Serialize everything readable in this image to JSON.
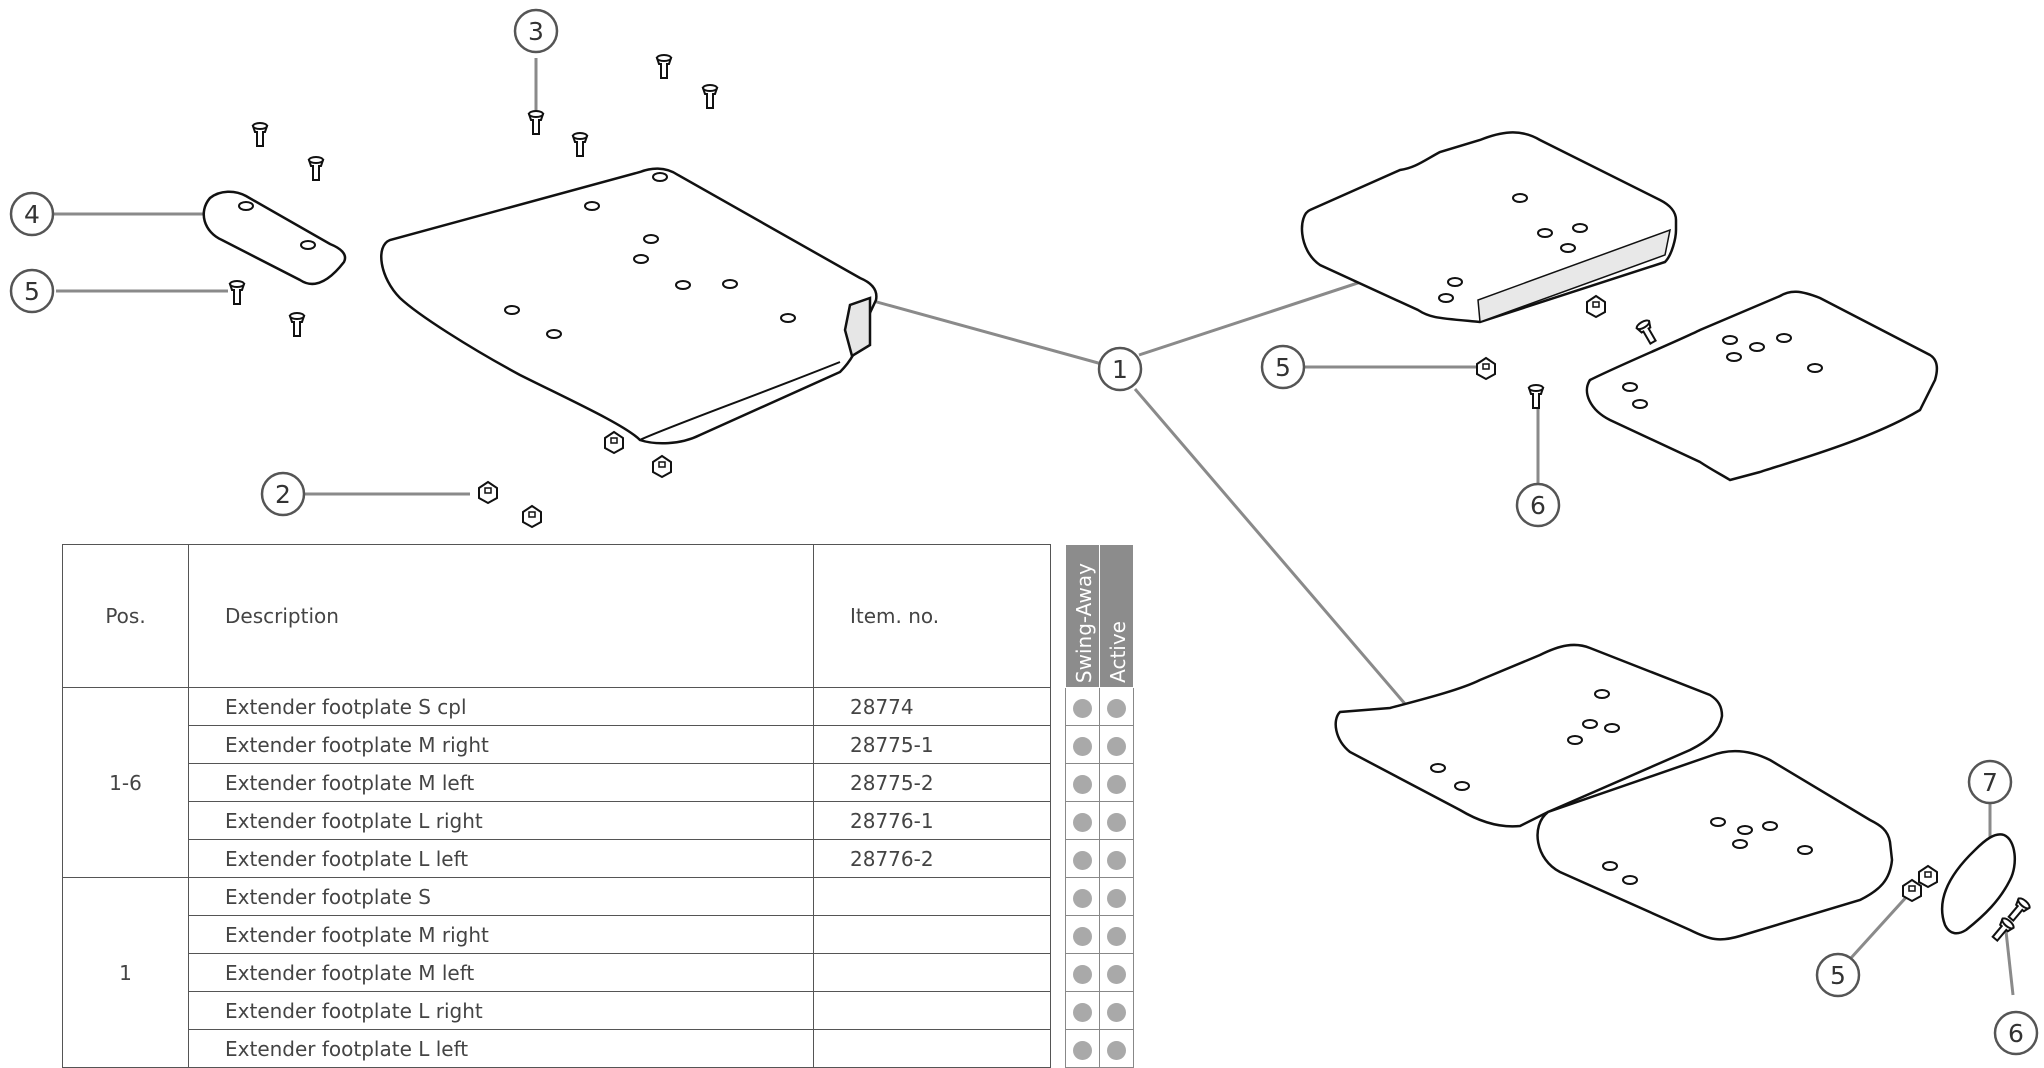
{
  "callouts": {
    "c1": "1",
    "c2": "2",
    "c3": "3",
    "c4": "4",
    "c5a": "5",
    "c5b": "5",
    "c5c": "5",
    "c6a": "6",
    "c6b": "6",
    "c7": "7"
  },
  "table": {
    "headers": {
      "pos": "Pos.",
      "description": "Description",
      "item_no": "Item. no.",
      "col_swing": "Swing-Away",
      "col_active": "Active"
    },
    "groups": [
      {
        "pos": "1-6",
        "rows": [
          {
            "description": "Extender footplate S cpl",
            "item_no": "28774",
            "swing": true,
            "active": true
          },
          {
            "description": "Extender footplate M right",
            "item_no": "28775-1",
            "swing": true,
            "active": true
          },
          {
            "description": "Extender footplate M left",
            "item_no": "28775-2",
            "swing": true,
            "active": true
          },
          {
            "description": "Extender footplate L right",
            "item_no": "28776-1",
            "swing": true,
            "active": true
          },
          {
            "description": "Extender footplate L left",
            "item_no": "28776-2",
            "swing": true,
            "active": true
          }
        ]
      },
      {
        "pos": "1",
        "rows": [
          {
            "description": "Extender footplate S",
            "item_no": "",
            "swing": true,
            "active": true
          },
          {
            "description": "Extender footplate M right",
            "item_no": "",
            "swing": true,
            "active": true
          },
          {
            "description": "Extender footplate M left",
            "item_no": "",
            "swing": true,
            "active": true
          },
          {
            "description": "Extender footplate L right",
            "item_no": "",
            "swing": true,
            "active": true
          },
          {
            "description": "Extender footplate L left",
            "item_no": "",
            "swing": true,
            "active": true
          }
        ]
      }
    ]
  },
  "colors": {
    "header_fill": "#8c8c8c",
    "dot": "#a9a9a9",
    "leader": "#8a8a8a",
    "line": "#1a1a1a"
  }
}
